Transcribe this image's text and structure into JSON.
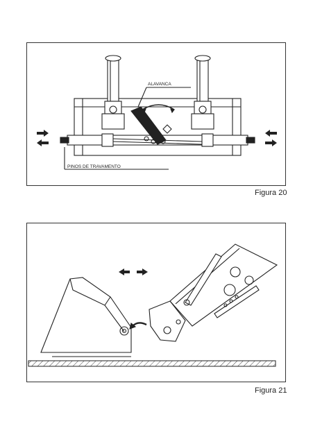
{
  "figure20": {
    "caption": "Figura 20",
    "lever_label": "ALAVANCA",
    "pins_label": "PINOS DE TRAVAMENTO"
  },
  "figure21": {
    "caption": "Figura 21"
  }
}
